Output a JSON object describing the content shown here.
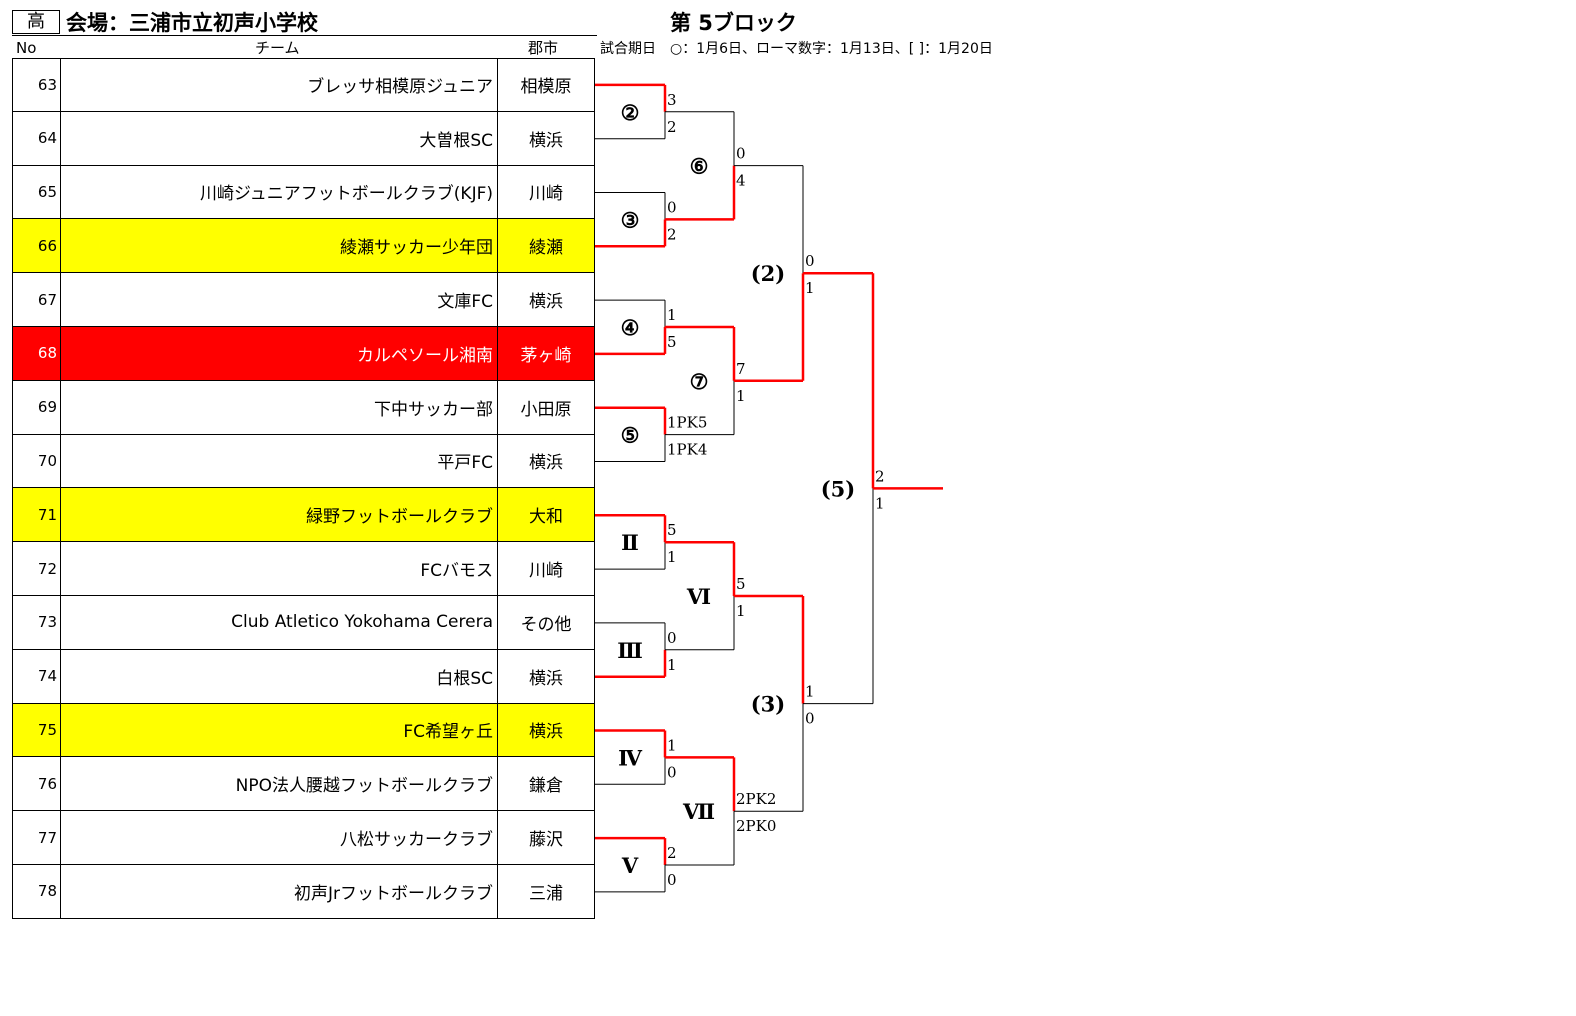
{
  "header": {
    "level": "高",
    "venue": "会場：三浦市立初声小学校",
    "block_title": "第 5ブロック",
    "schedule_note": "試合期日　○：1月6日、ローマ数字：1月13日、[ ]：1月20日"
  },
  "columns": {
    "no": "No",
    "team": "チーム",
    "city": "郡市"
  },
  "teams": [
    {
      "no": "63",
      "name": "ブレッサ相模原ジュニア",
      "city": "相模原",
      "highlight": "none"
    },
    {
      "no": "64",
      "name": "大曽根SC",
      "city": "横浜",
      "highlight": "none"
    },
    {
      "no": "65",
      "name": "川崎ジュニアフットボールクラブ(KJF)",
      "city": "川崎",
      "highlight": "none"
    },
    {
      "no": "66",
      "name": "綾瀬サッカー少年団",
      "city": "綾瀬",
      "highlight": "yellow"
    },
    {
      "no": "67",
      "name": "文庫FC",
      "city": "横浜",
      "highlight": "none"
    },
    {
      "no": "68",
      "name": "カルペソール湘南",
      "city": "茅ヶ崎",
      "highlight": "red"
    },
    {
      "no": "69",
      "name": "下中サッカー部",
      "city": "小田原",
      "highlight": "none"
    },
    {
      "no": "70",
      "name": "平戸FC",
      "city": "横浜",
      "highlight": "none"
    },
    {
      "no": "71",
      "name": "緑野フットボールクラブ",
      "city": "大和",
      "highlight": "yellow"
    },
    {
      "no": "72",
      "name": "FCバモス",
      "city": "川崎",
      "highlight": "none"
    },
    {
      "no": "73",
      "name": "Club Atletico Yokohama  Cerera",
      "city": "その他",
      "highlight": "none"
    },
    {
      "no": "74",
      "name": "白根SC",
      "city": "横浜",
      "highlight": "none"
    },
    {
      "no": "75",
      "name": "FC希望ヶ丘",
      "city": "横浜",
      "highlight": "yellow"
    },
    {
      "no": "76",
      "name": "NPO法人腰越フットボールクラブ",
      "city": "鎌倉",
      "highlight": "none"
    },
    {
      "no": "77",
      "name": "八松サッカークラブ",
      "city": "藤沢",
      "highlight": "none"
    },
    {
      "no": "78",
      "name": "初声Jrフットボールクラブ",
      "city": "三浦",
      "highlight": "none"
    }
  ],
  "bracket": {
    "first_round": [
      {
        "label": "②",
        "top_score": "3",
        "bottom_score": "2",
        "winner": "top"
      },
      {
        "label": "③",
        "top_score": "0",
        "bottom_score": "2",
        "winner": "bottom"
      },
      {
        "label": "④",
        "top_score": "1",
        "bottom_score": "5",
        "winner": "bottom"
      },
      {
        "label": "⑤",
        "top_score": "1PK5",
        "bottom_score": "1PK4",
        "winner": "top"
      },
      {
        "label": "Ⅱ",
        "top_score": "5",
        "bottom_score": "1",
        "winner": "top"
      },
      {
        "label": "Ⅲ",
        "top_score": "0",
        "bottom_score": "1",
        "winner": "bottom"
      },
      {
        "label": "Ⅳ",
        "top_score": "1",
        "bottom_score": "0",
        "winner": "top"
      },
      {
        "label": "Ⅴ",
        "top_score": "2",
        "bottom_score": "0",
        "winner": "top"
      }
    ],
    "second_round": [
      {
        "label": "⑥",
        "top_score": "0",
        "bottom_score": "4",
        "winner": "bottom"
      },
      {
        "label": "⑦",
        "top_score": "7",
        "bottom_score": "1",
        "winner": "top"
      },
      {
        "label": "Ⅵ",
        "top_score": "5",
        "bottom_score": "1",
        "winner": "top"
      },
      {
        "label": "Ⅶ",
        "top_score": "2PK2",
        "bottom_score": "2PK0",
        "winner": "top"
      }
    ],
    "semi_final": [
      {
        "label": "(2)",
        "top_score": "0",
        "bottom_score": "1",
        "winner": "bottom"
      },
      {
        "label": "(3)",
        "top_score": "1",
        "bottom_score": "0",
        "winner": "top"
      }
    ],
    "final": [
      {
        "label": "(5)",
        "top_score": "2",
        "bottom_score": "1",
        "winner": "top"
      }
    ],
    "colors": {
      "winner_line": "#ff0000",
      "plain_line": "#000000"
    }
  }
}
